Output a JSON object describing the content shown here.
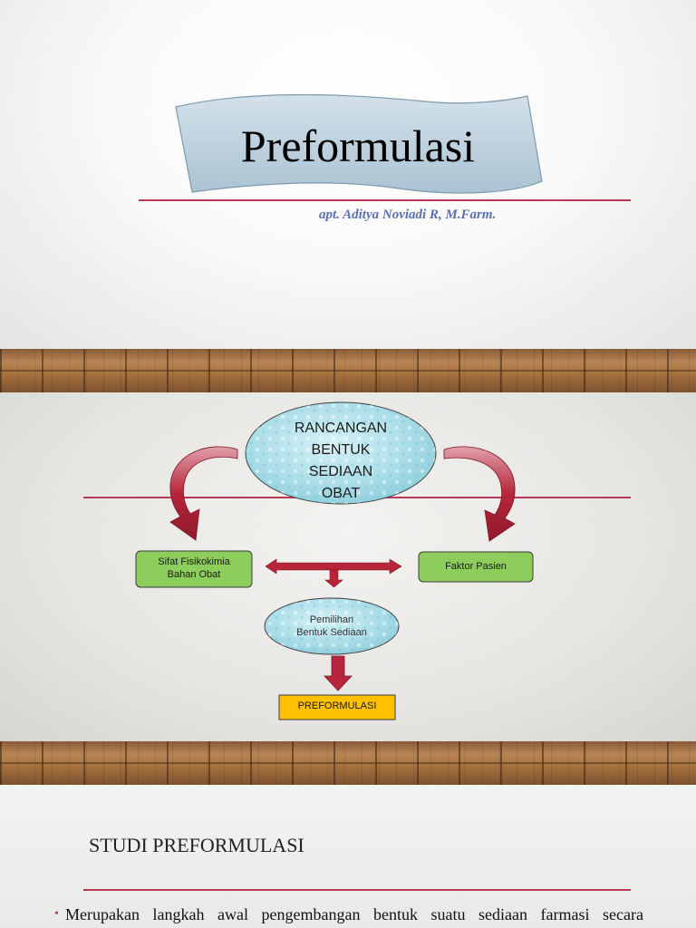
{
  "slide1": {
    "title": "Preformulasi",
    "author": "apt. Aditya Noviadi R, M.Farm."
  },
  "slide2": {
    "main_oval_lines": [
      "RANCANGAN",
      "BENTUK",
      "SEDIAAN",
      "OBAT"
    ],
    "left_box_lines": [
      "Sifat Fisikokimia",
      "Bahan Obat"
    ],
    "right_box": "Faktor Pasien",
    "small_oval_lines": [
      "Pemilihan",
      "Bentuk Sediaan"
    ],
    "bottom_box": "PREFORMULASI"
  },
  "slide3": {
    "heading": "STUDI PREFORMULASI",
    "bullet": "Merupakan langkah awal pengembangan bentuk suatu sediaan farmasi secara"
  },
  "colors": {
    "accent_red": "#b73a55",
    "arrow_red": "#b8253a",
    "box_green": "#8ccd5c",
    "box_gold": "#ffc000",
    "banner_blue": "#bfd3e0",
    "author_blue": "#5b6fae"
  }
}
